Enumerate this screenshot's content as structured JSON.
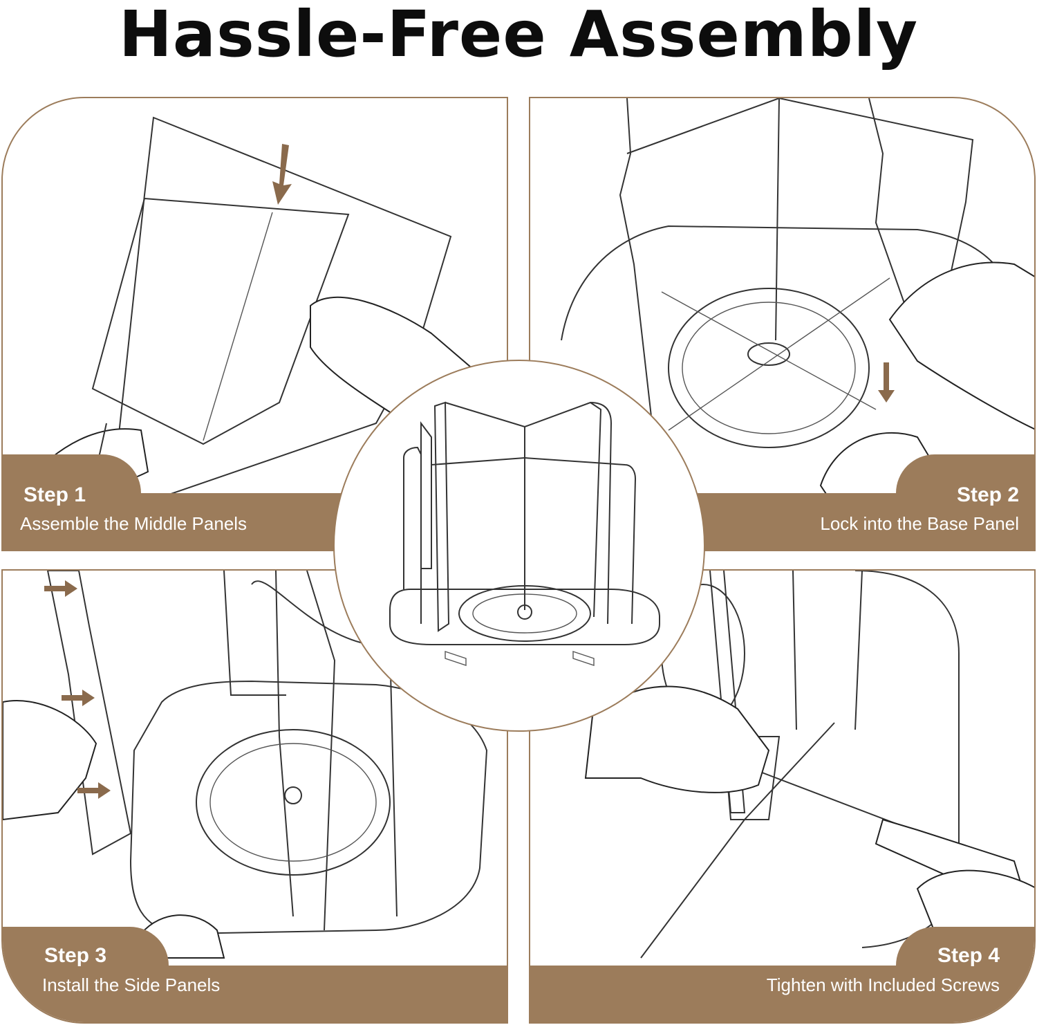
{
  "title": "Hassle-Free Assembly",
  "steps": [
    {
      "label": "Step 1",
      "caption": "Assemble the Middle Panels"
    },
    {
      "label": "Step 2",
      "caption": "Lock into the Base Panel"
    },
    {
      "label": "Step 3",
      "caption": "Install the Side Panels"
    },
    {
      "label": "Step 4",
      "caption": "Tighten with Included Screws"
    }
  ],
  "colors": {
    "accent": "#9c7c5b",
    "arrow": "#8a6a4c",
    "text": "#0d0d0d"
  },
  "icons": [
    "arrow-down-icon",
    "arrow-right-icon"
  ]
}
